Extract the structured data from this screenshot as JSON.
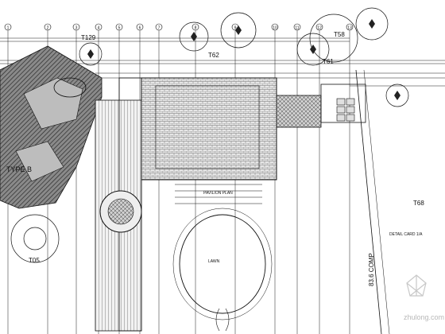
{
  "drawing": {
    "grid_markers": [
      "1",
      "2",
      "3",
      "4",
      "5",
      "6",
      "7",
      "8",
      "9",
      "10",
      "11",
      "12",
      "13"
    ],
    "tree_labels": {
      "t129": "T129",
      "t62": "T62",
      "t58": "T58",
      "t61": "T61",
      "t68": "T68",
      "t05": "T05",
      "type_b": "TYPE B"
    },
    "notes": {
      "pavilion_note": "PAVILION PLAN",
      "lawn_note": "LAWN",
      "detail_note": "DETAIL CARD 1/A",
      "dimension": "83.6 COMP"
    },
    "colors": {
      "line": "#1a1a1a",
      "hatch_dark": "#6e6e6e",
      "paving": "#d9d9d9",
      "paper": "#ffffff"
    }
  },
  "watermark": {
    "site": "zhulong.com",
    "icon": "zhulong-logo-icon"
  }
}
